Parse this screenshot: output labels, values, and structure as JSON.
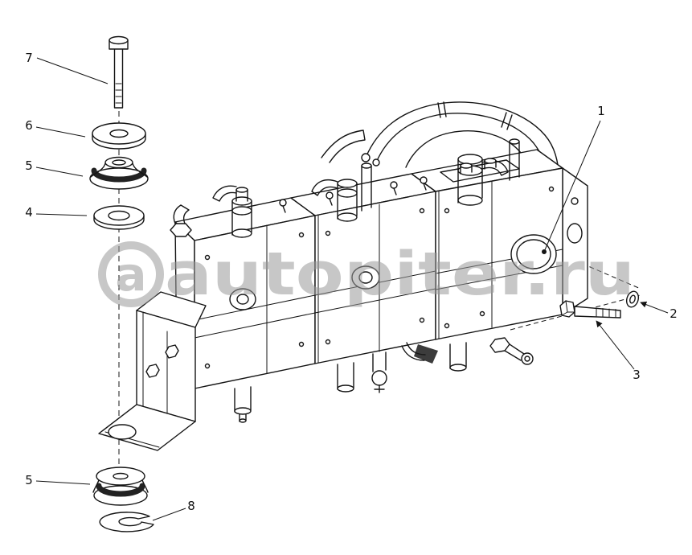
{
  "page": {
    "background": "#ffffff",
    "line_color": "#141414"
  },
  "diagram": {
    "type": "exploded-parts-diagram",
    "subject": "triple hydraulic pump assembly with mounting bracket and isolators",
    "callouts": {
      "c1": "1",
      "c2": "2",
      "c3": "3",
      "c4": "4",
      "c5_top": "5",
      "c5_bottom": "5",
      "c6": "6",
      "c7": "7",
      "c8": "8"
    },
    "watermark": {
      "logo_letter": "a",
      "text": "autopiter.ru",
      "color": "#9a9a9a"
    }
  }
}
